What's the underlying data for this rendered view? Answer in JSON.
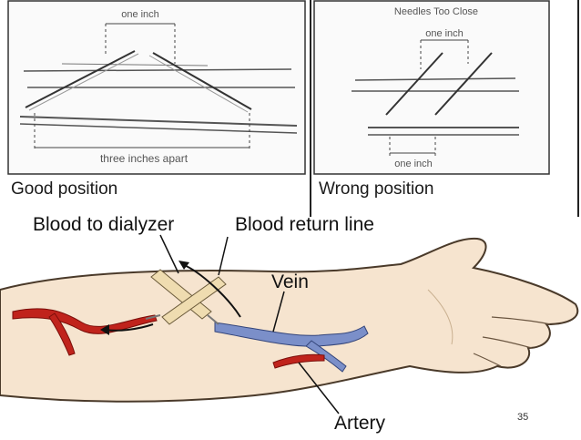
{
  "good_panel": {
    "measure_top": "one inch",
    "measure_bottom": "three inches apart",
    "caption": "Good position"
  },
  "wrong_panel": {
    "title": "Needles Too Close",
    "measure_top": "one inch",
    "measure_bottom": "one inch",
    "caption": "Wrong position"
  },
  "arm_diagram": {
    "label_dialyzer": "Blood to dialyzer",
    "label_return": "Blood return line",
    "label_vein": "Vein",
    "label_artery": "Artery",
    "colors": {
      "vein": "#7b8fc9",
      "artery": "#c0231c",
      "skin": "#f6e4cf",
      "tubing": "#efdcb0"
    }
  },
  "page_number": "35"
}
